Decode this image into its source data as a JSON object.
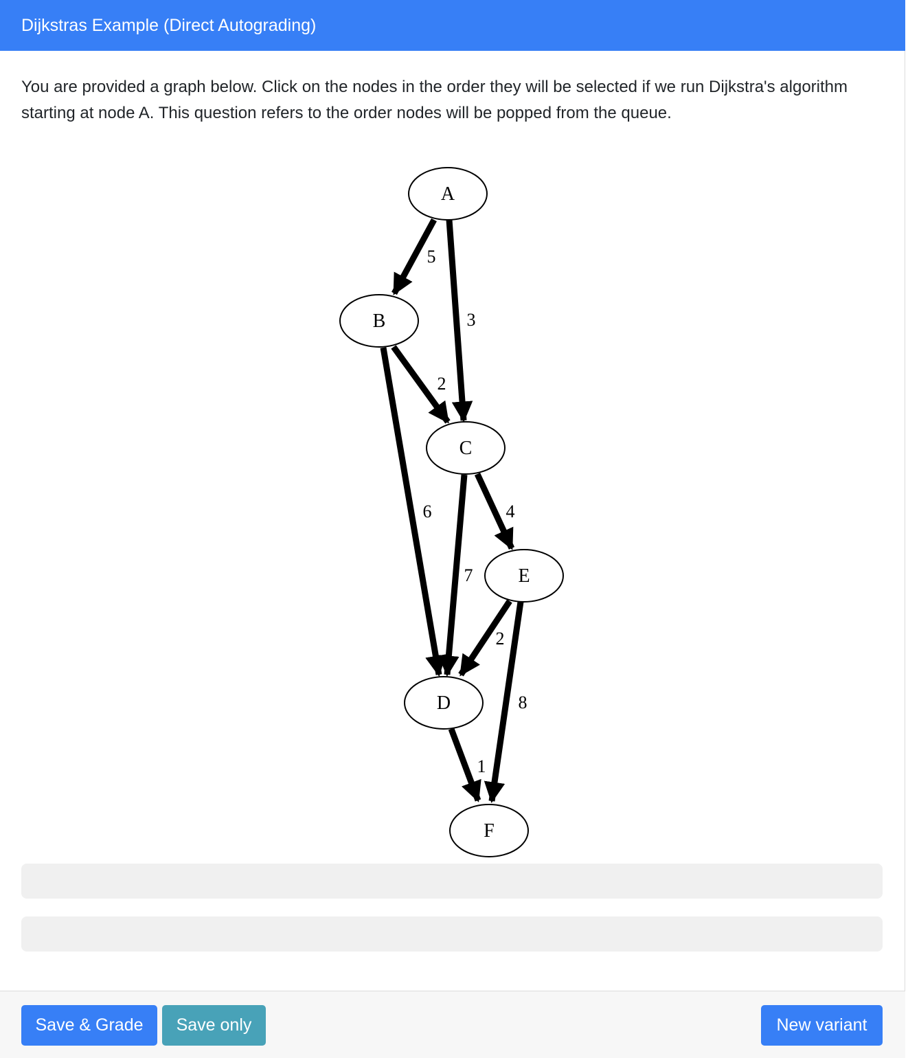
{
  "header": {
    "title": "Dijkstras Example (Direct Autograding)"
  },
  "question": {
    "prompt": "You are provided a graph below. Click on the nodes in the order they will be selected if we run Dijkstra's algorithm starting at node A. This question refers to the order nodes will be popped from the queue."
  },
  "graph": {
    "nodes": [
      "A",
      "B",
      "C",
      "D",
      "E",
      "F"
    ],
    "edges": [
      {
        "from": "A",
        "to": "B",
        "weight": "5"
      },
      {
        "from": "A",
        "to": "C",
        "weight": "3"
      },
      {
        "from": "B",
        "to": "C",
        "weight": "2"
      },
      {
        "from": "B",
        "to": "D",
        "weight": "6"
      },
      {
        "from": "C",
        "to": "D",
        "weight": "7"
      },
      {
        "from": "C",
        "to": "E",
        "weight": "4"
      },
      {
        "from": "E",
        "to": "D",
        "weight": "2"
      },
      {
        "from": "E",
        "to": "F",
        "weight": "8"
      },
      {
        "from": "D",
        "to": "F",
        "weight": "1"
      }
    ]
  },
  "footer": {
    "save_grade_label": "Save & Grade",
    "save_only_label": "Save only",
    "new_variant_label": "New variant"
  },
  "colors": {
    "primary": "#377ff6",
    "info": "#48a2b8",
    "feedback_bg": "#f0f0f0"
  }
}
